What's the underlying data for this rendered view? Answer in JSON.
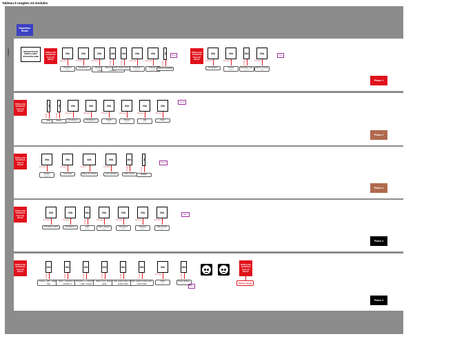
{
  "title": "Tableau 5 rangées 24 modules",
  "colors": {
    "red": "#e0111b",
    "phase1": "#e0111b",
    "phase2": "#b06a4e",
    "phase3": "#000000",
    "neutre": "#3b41c4",
    "terre": "#2aa14a",
    "amp": "#9b2d9b"
  },
  "repartiteur_neutre": "Répartiteur Neutre",
  "repartiteur_terre": "Répartiteur Terre",
  "rows": [
    {
      "diff_label": "Différentiel 63A/30mA Type AC 16mm²",
      "phase_label": "Phase 1",
      "modules_label": "4 modules",
      "main_switch": "RÉPARTITEUR MODULAIRE TÉTRAPOLAIRE",
      "amp_label": "52 A",
      "breakers": [
        {
          "rating": "20A",
          "section": "2.5 mm²",
          "label": "Chambre 1",
          "sub": "1x 2P+T"
        },
        {
          "rating": "20A",
          "section": "2.5 mm²",
          "label": "Climatiseur 1",
          "sub": ""
        },
        {
          "rating": "20A",
          "section": "2.5 mm²",
          "label": "Climatiseur SAM",
          "sub": ""
        },
        {
          "rating": "16A",
          "section": "1.5 mm²",
          "label": "Volet roulant 1 Volet roulant 2",
          "sub": ""
        },
        {
          "rating": "10A",
          "section": "1.5 mm²",
          "label": "Volet roulant Volet roulant",
          "sub": ""
        },
        {
          "rating": "20A",
          "section": "2.5 mm²",
          "label": "Chambre 2",
          "sub": "4x 2P+T"
        },
        {
          "rating": "20A",
          "section": "2.5 mm²",
          "label": "Chambre 3",
          "sub": "4x 2P+T"
        },
        {
          "rating": "2A",
          "section": "1.5 mm²",
          "label": "Gestion Chauffage",
          "sub": ""
        }
      ],
      "diff2_label": "Différentiel 40A/30mA Type AC 16mm²",
      "amp2_label": "73 A",
      "breakers2": [
        {
          "rating": "20A",
          "section": "2.5 mm²",
          "label": "Congélateur",
          "sub": ""
        },
        {
          "rating": "20A",
          "section": "2.5 mm²",
          "label": "Cuisine",
          "sub": "4x 2P+T"
        },
        {
          "rating": "16A",
          "section": "2.5 mm²",
          "label": "Chaudière Gaz",
          "sub": "1x 2P+T"
        },
        {
          "rating": "20A",
          "section": "2.5 mm²",
          "label": "Sèche serviette",
          "sub": "1x 2P+T"
        }
      ]
    },
    {
      "diff_label": "Différentiel 40A/30mA Type AC 16mm²",
      "phase_label": "Phase 2",
      "amp_label": "124 A",
      "breakers": [
        {
          "rating": "2A",
          "section": "1.5 mm²",
          "label": "VMC",
          "sub": ""
        },
        {
          "rating": "2A",
          "section": "1.5 mm²",
          "label": "Alarme",
          "sub": ""
        },
        {
          "rating": "20A",
          "section": "2.5 mm²",
          "label": "Climatiseur 1",
          "sub": ""
        },
        {
          "rating": "20A",
          "section": "2.5 mm²",
          "label": "Climatiseur 4",
          "sub": ""
        },
        {
          "rating": "20A",
          "section": "2.5 mm²",
          "label": "Couloir",
          "sub": "2x 2P+T"
        },
        {
          "rating": "20A",
          "section": "2.5 mm²",
          "label": "Réseau",
          "sub": "3x 2P+T"
        },
        {
          "rating": "20A",
          "section": "2.5 mm²",
          "label": "Hall",
          "sub": "2x 2P+T"
        },
        {
          "rating": "20A",
          "section": "2.5 mm²",
          "label": "Salon",
          "sub": ""
        }
      ]
    },
    {
      "diff_label": "Différentiel 63A/30mA Type A 16mm²",
      "phase_label": "Phase 2",
      "amp_label": "146 A",
      "breakers": [
        {
          "rating": "20A",
          "section": "2.5 mm²",
          "label": "Cuisine",
          "sub": "1x Frigo/Four"
        },
        {
          "rating": "20A",
          "section": "2.5 mm²",
          "label": "Lave linge",
          "sub": ""
        },
        {
          "rating": "32A",
          "section": "6 mm²",
          "label": "Plaque de cuisson",
          "sub": ""
        },
        {
          "rating": "20A",
          "section": "2.5 mm²",
          "label": "Lave vaisselle",
          "sub": ""
        },
        {
          "rating": "16A",
          "section": "1.5 mm²",
          "label": "Hotte cuisine",
          "sub": ""
        },
        {
          "rating": "2A",
          "section": "1.5 mm²",
          "label": "IPX800",
          "sub": ""
        }
      ]
    },
    {
      "diff_label": "Différentiel 40A/30mA Type AC 16mm²",
      "phase_label": "Phase 3",
      "amp_label": "128 A",
      "breakers": [
        {
          "rating": "20A",
          "section": "2.5 mm²",
          "label": "Climatiseur Salon",
          "sub": ""
        },
        {
          "rating": "20A",
          "section": "2.5 mm²",
          "label": "Climatiseur 3",
          "sub": ""
        },
        {
          "rating": "16A",
          "section": "1.5 mm²",
          "label": "Hall",
          "sub": "2x 2P+T"
        },
        {
          "rating": "20A",
          "section": "2.5 mm²",
          "label": "Salle à Manger",
          "sub": "4x 2P+T"
        },
        {
          "rating": "20A",
          "section": "2.5 mm²",
          "label": "Chambre 4",
          "sub": "4x 2P+T"
        },
        {
          "rating": "20A",
          "section": "2.5 mm²",
          "label": "Dressing",
          "sub": "2x 2P+T"
        },
        {
          "rating": "20A",
          "section": "2.5 mm²",
          "label": "Salle de bain",
          "sub": "2x 2P+T"
        }
      ]
    },
    {
      "diff_label": "Différentiel 63A/30mA Type AC 16mm²",
      "phase_label": "Phase 3",
      "amp_label": "91 A",
      "breakers": [
        {
          "rating": "10A",
          "section": "1.5 mm²",
          "label": "Cuisine + WC + Salle de bain",
          "sub": ""
        },
        {
          "rating": "10A",
          "section": "1.5 mm²",
          "label": "Salon + Chambre 3 + Chambre 4",
          "sub": ""
        },
        {
          "rating": "10A",
          "section": "1.5 mm²",
          "label": "Chambre 1 + Chambre 2 + Hall + Couloir",
          "sub": ""
        },
        {
          "rating": "10A",
          "section": "1.5 mm²",
          "label": "Balcon nuit + Balcon jardin",
          "sub": ""
        },
        {
          "rating": "16A",
          "section": "1.5 mm²",
          "label": "Volet roulant Salon Volet roulant Salon",
          "sub": ""
        },
        {
          "rating": "16A",
          "section": "1.5 mm²",
          "label": "Volet roulant Cuisine Volet roulant SAM",
          "sub": ""
        },
        {
          "rating": "20A",
          "section": "2.5 mm²",
          "label": "Salon",
          "sub": "4x 2P+T"
        },
        {
          "rating": "16A",
          "section": "2.5 mm²",
          "label": "Prises tableau",
          "sub": "1x 2P+T"
        }
      ],
      "diff2_label": "Différentiel 40A/30mA Type AC 16mm²",
      "diff2_note": "Tableau garage"
    }
  ]
}
